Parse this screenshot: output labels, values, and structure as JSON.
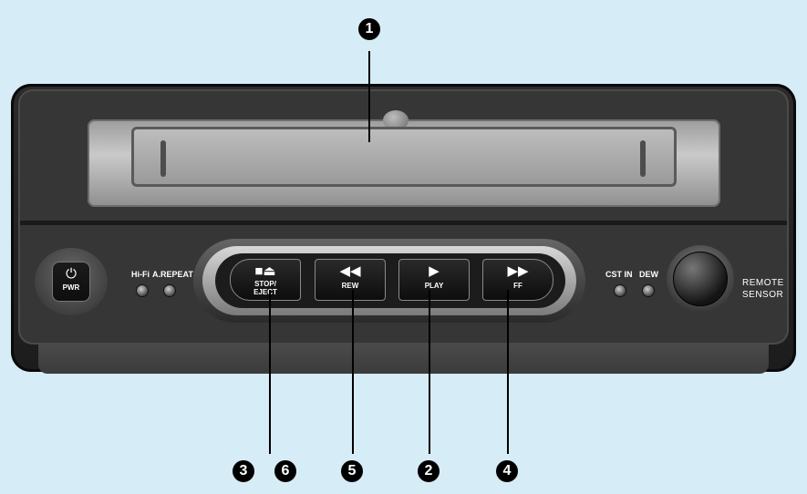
{
  "colors": {
    "background": "#d6ecf6",
    "body": "#2b2b2b",
    "led": "#bdbdbd"
  },
  "callouts": [
    {
      "id": "slot",
      "number": "1"
    },
    {
      "id": "play",
      "number": "2"
    },
    {
      "id": "stop-eject-a",
      "number": "3"
    },
    {
      "id": "ff",
      "number": "4"
    },
    {
      "id": "rew",
      "number": "5"
    },
    {
      "id": "stop-eject-b",
      "number": "6"
    }
  ],
  "power": {
    "icon": "power-icon",
    "label": "PWR"
  },
  "indicators": {
    "left": [
      {
        "label": "Hi-Fi"
      },
      {
        "label": "A.REPEAT"
      }
    ],
    "right": [
      {
        "label": "CST IN"
      },
      {
        "label": "DEW"
      }
    ]
  },
  "transport": [
    {
      "icon": "stop-eject-icon",
      "symbol": "■⏏",
      "label": "STOP/\nEJECT"
    },
    {
      "icon": "rewind-icon",
      "symbol": "◀◀",
      "label": "REW"
    },
    {
      "icon": "play-icon",
      "symbol": "▶",
      "label": "PLAY"
    },
    {
      "icon": "fast-forward-icon",
      "symbol": "▶▶",
      "label": "FF"
    }
  ],
  "sensor": {
    "line1": "REMOTE",
    "line2": "SENSOR"
  }
}
